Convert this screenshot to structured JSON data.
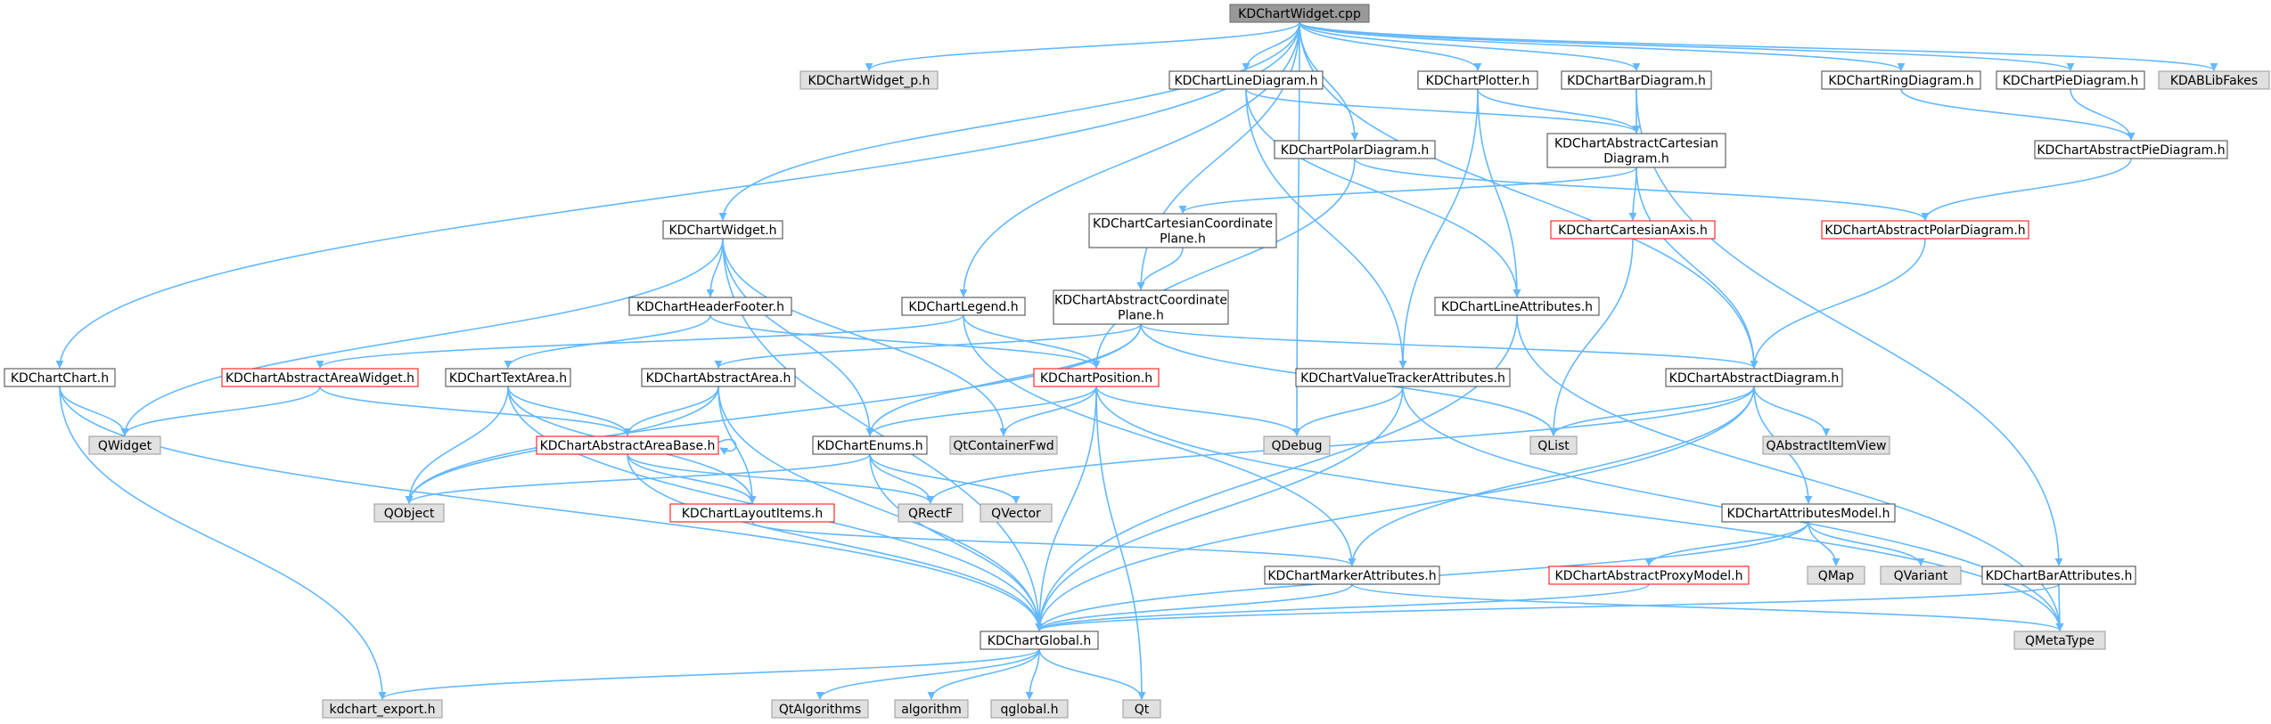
{
  "diagram": {
    "style": {
      "edge_color": "#63b8ff",
      "normal_fill": "#ffffff",
      "normal_border": "#404040",
      "external_fill": "#e0e0e0",
      "external_border": "#999999",
      "truncated_border": "#ff0000",
      "root_fill": "#999999",
      "root_border": "#666666"
    },
    "nodes": [
      {
        "id": "kdchartwidget_cpp",
        "label": "KDChartWidget.cpp",
        "kind": "root"
      },
      {
        "id": "kdchartwidget_p_h",
        "label": "KDChartWidget_p.h",
        "kind": "external"
      },
      {
        "id": "kdchartlinediagram_h",
        "label": "KDChartLineDiagram.h",
        "kind": "normal"
      },
      {
        "id": "kdchartplotter_h",
        "label": "KDChartPlotter.h",
        "kind": "normal"
      },
      {
        "id": "kdchartbardiagram_h",
        "label": "KDChartBarDiagram.h",
        "kind": "normal"
      },
      {
        "id": "kdchartringdiagram_h",
        "label": "KDChartRingDiagram.h",
        "kind": "normal"
      },
      {
        "id": "kdchartpiediagram_h",
        "label": "KDChartPieDiagram.h",
        "kind": "normal"
      },
      {
        "id": "kdablibfakes",
        "label": "KDABLibFakes",
        "kind": "external"
      },
      {
        "id": "kdchartpolardiagram_h",
        "label": "KDChartPolarDiagram.h",
        "kind": "normal"
      },
      {
        "id": "kdchartabstractcartesiandiagram_h",
        "label": "KDChartAbstractCartesian\nDiagram.h",
        "kind": "normal"
      },
      {
        "id": "kdchartabstractpiediagram_h",
        "label": "KDChartAbstractPieDiagram.h",
        "kind": "normal"
      },
      {
        "id": "kdchartwidget_h",
        "label": "KDChartWidget.h",
        "kind": "normal"
      },
      {
        "id": "kdchartcartesiancoordinateplane_h",
        "label": "KDChartCartesianCoordinate\nPlane.h",
        "kind": "normal"
      },
      {
        "id": "kdchartcartesianaxis_h",
        "label": "KDChartCartesianAxis.h",
        "kind": "truncated"
      },
      {
        "id": "kdchartabstractpolardiagram_h",
        "label": "KDChartAbstractPolarDiagram.h",
        "kind": "truncated"
      },
      {
        "id": "kdchartheaderfooter_h",
        "label": "KDChartHeaderFooter.h",
        "kind": "normal"
      },
      {
        "id": "kdchartlegend_h",
        "label": "KDChartLegend.h",
        "kind": "normal"
      },
      {
        "id": "kdchartabstractcoordinateplane_h",
        "label": "KDChartAbstractCoordinate\nPlane.h",
        "kind": "normal"
      },
      {
        "id": "kdchartlineattributes_h",
        "label": "KDChartLineAttributes.h",
        "kind": "normal"
      },
      {
        "id": "kdchartchart_h",
        "label": "KDChartChart.h",
        "kind": "normal"
      },
      {
        "id": "kdchartabstractareawidget_h",
        "label": "KDChartAbstractAreaWidget.h",
        "kind": "truncated"
      },
      {
        "id": "kdcharttextarea_h",
        "label": "KDChartTextArea.h",
        "kind": "normal"
      },
      {
        "id": "kdchartabstractarea_h",
        "label": "KDChartAbstractArea.h",
        "kind": "normal"
      },
      {
        "id": "kdchartposition_h",
        "label": "KDChartPosition.h",
        "kind": "truncated"
      },
      {
        "id": "kdchartvaluetrackerattributes_h",
        "label": "KDChartValueTrackerAttributes.h",
        "kind": "normal"
      },
      {
        "id": "kdchartabstractdiagram_h",
        "label": "KDChartAbstractDiagram.h",
        "kind": "normal"
      },
      {
        "id": "qwidget",
        "label": "QWidget",
        "kind": "external"
      },
      {
        "id": "kdchartabstractareabase_h",
        "label": "KDChartAbstractAreaBase.h",
        "kind": "truncated"
      },
      {
        "id": "kdchartenums_h",
        "label": "KDChartEnums.h",
        "kind": "normal"
      },
      {
        "id": "qtcontainerfwd",
        "label": "QtContainerFwd",
        "kind": "external"
      },
      {
        "id": "qdebug",
        "label": "QDebug",
        "kind": "external"
      },
      {
        "id": "qlist",
        "label": "QList",
        "kind": "external"
      },
      {
        "id": "qabstractitemview",
        "label": "QAbstractItemView",
        "kind": "external"
      },
      {
        "id": "qobject",
        "label": "QObject",
        "kind": "external"
      },
      {
        "id": "kdchartlayoutitems_h",
        "label": "KDChartLayoutItems.h",
        "kind": "truncated"
      },
      {
        "id": "qrectf",
        "label": "QRectF",
        "kind": "external"
      },
      {
        "id": "qvector",
        "label": "QVector",
        "kind": "external"
      },
      {
        "id": "kdchartattributesmodel_h",
        "label": "KDChartAttributesModel.h",
        "kind": "normal"
      },
      {
        "id": "kdchartabstractproxymodel_h",
        "label": "KDChartAbstractProxyModel.h",
        "kind": "truncated"
      },
      {
        "id": "qmap",
        "label": "QMap",
        "kind": "external"
      },
      {
        "id": "qvariant",
        "label": "QVariant",
        "kind": "external"
      },
      {
        "id": "kdchartbarattributes_h",
        "label": "KDChartBarAttributes.h",
        "kind": "normal"
      },
      {
        "id": "kdchartmarkerattributes_h",
        "label": "KDChartMarkerAttributes.h",
        "kind": "normal"
      },
      {
        "id": "kdchartglobal_h",
        "label": "KDChartGlobal.h",
        "kind": "normal"
      },
      {
        "id": "qmetatype",
        "label": "QMetaType",
        "kind": "external"
      },
      {
        "id": "kdchart_export_h",
        "label": "kdchart_export.h",
        "kind": "external"
      },
      {
        "id": "qtalgorithms",
        "label": "QtAlgorithms",
        "kind": "external"
      },
      {
        "id": "algorithm",
        "label": "algorithm",
        "kind": "external"
      },
      {
        "id": "qglobal_h",
        "label": "qglobal.h",
        "kind": "external"
      },
      {
        "id": "qt",
        "label": "Qt",
        "kind": "external"
      }
    ],
    "edges": [
      [
        "kdchartwidget_cpp",
        "kdchartchart_h"
      ],
      [
        "kdchartwidget_cpp",
        "kdchartwidget_p_h"
      ],
      [
        "kdchartwidget_cpp",
        "kdchartwidget_h"
      ],
      [
        "kdchartwidget_cpp",
        "kdchartlegend_h"
      ],
      [
        "kdchartwidget_cpp",
        "kdchartabstractcoordinateplane_h"
      ],
      [
        "kdchartwidget_cpp",
        "qdebug"
      ],
      [
        "kdchartwidget_cpp",
        "kdchartlinediagram_h"
      ],
      [
        "kdchartwidget_cpp",
        "kdchartpolardiagram_h"
      ],
      [
        "kdchartwidget_cpp",
        "kdchartplotter_h"
      ],
      [
        "kdchartwidget_cpp",
        "kdchartbardiagram_h"
      ],
      [
        "kdchartwidget_cpp",
        "kdchartabstractdiagram_h"
      ],
      [
        "kdchartwidget_cpp",
        "kdchartringdiagram_h"
      ],
      [
        "kdchartwidget_cpp",
        "kdchartpiediagram_h"
      ],
      [
        "kdchartwidget_cpp",
        "kdablibfakes"
      ],
      [
        "kdchartlinediagram_h",
        "kdchartabstractcartesiandiagram_h"
      ],
      [
        "kdchartlinediagram_h",
        "kdchartlineattributes_h"
      ],
      [
        "kdchartlinediagram_h",
        "kdchartvaluetrackerattributes_h"
      ],
      [
        "kdchartplotter_h",
        "kdchartabstractcartesiandiagram_h"
      ],
      [
        "kdchartplotter_h",
        "kdchartlineattributes_h"
      ],
      [
        "kdchartplotter_h",
        "kdchartvaluetrackerattributes_h"
      ],
      [
        "kdchartbardiagram_h",
        "kdchartabstractcartesiandiagram_h"
      ],
      [
        "kdchartbardiagram_h",
        "kdchartbarattributes_h"
      ],
      [
        "kdchartringdiagram_h",
        "kdchartabstractpiediagram_h"
      ],
      [
        "kdchartpiediagram_h",
        "kdchartabstractpiediagram_h"
      ],
      [
        "kdchartpolardiagram_h",
        "kdchartabstractpolardiagram_h"
      ],
      [
        "kdchartpolardiagram_h",
        "kdchartposition_h"
      ],
      [
        "kdchartabstractcartesiandiagram_h",
        "kdchartcartesiancoordinateplane_h"
      ],
      [
        "kdchartabstractcartesiandiagram_h",
        "kdchartcartesianaxis_h"
      ],
      [
        "kdchartabstractcartesiandiagram_h",
        "kdchartabstractdiagram_h"
      ],
      [
        "kdchartabstractpiediagram_h",
        "kdchartabstractpolardiagram_h"
      ],
      [
        "kdchartabstractpolardiagram_h",
        "kdchartabstractdiagram_h"
      ],
      [
        "kdchartcartesianaxis_h",
        "qlist"
      ],
      [
        "kdchartcartesiancoordinateplane_h",
        "kdchartabstractcoordinateplane_h"
      ],
      [
        "kdchartwidget_h",
        "kdchartheaderfooter_h"
      ],
      [
        "kdchartwidget_h",
        "qwidget"
      ],
      [
        "kdchartwidget_h",
        "kdchartglobal_h"
      ],
      [
        "kdchartwidget_h",
        "kdchartenums_h"
      ],
      [
        "kdchartwidget_h",
        "qtcontainerfwd"
      ],
      [
        "kdchartheaderfooter_h",
        "kdcharttextarea_h"
      ],
      [
        "kdchartheaderfooter_h",
        "kdchartposition_h"
      ],
      [
        "kdchartlegend_h",
        "kdchartabstractareawidget_h"
      ],
      [
        "kdchartlegend_h",
        "kdchartposition_h"
      ],
      [
        "kdchartlegend_h",
        "kdchartmarkerattributes_h"
      ],
      [
        "kdchartabstractcoordinateplane_h",
        "kdchartabstractarea_h"
      ],
      [
        "kdchartabstractcoordinateplane_h",
        "kdchartabstractdiagram_h"
      ],
      [
        "kdchartabstractcoordinateplane_h",
        "kdchartenums_h"
      ],
      [
        "kdchartabstractcoordinateplane_h",
        "qobject"
      ],
      [
        "kdchartabstractcoordinateplane_h",
        "qlist"
      ],
      [
        "kdchartlineattributes_h",
        "kdchartglobal_h"
      ],
      [
        "kdchartlineattributes_h",
        "qmetatype"
      ],
      [
        "kdchartchart_h",
        "qwidget"
      ],
      [
        "kdchartchart_h",
        "kdchartglobal_h"
      ],
      [
        "kdchartchart_h",
        "kdchart_export_h"
      ],
      [
        "kdchartabstractareawidget_h",
        "qwidget"
      ],
      [
        "kdchartabstractareawidget_h",
        "kdchartabstractareabase_h"
      ],
      [
        "kdcharttextarea_h",
        "qobject"
      ],
      [
        "kdcharttextarea_h",
        "kdchartglobal_h"
      ],
      [
        "kdcharttextarea_h",
        "kdchartabstractareabase_h"
      ],
      [
        "kdcharttextarea_h",
        "kdchartlayoutitems_h"
      ],
      [
        "kdchartabstractarea_h",
        "qobject"
      ],
      [
        "kdchartabstractarea_h",
        "kdchartglobal_h"
      ],
      [
        "kdchartabstractarea_h",
        "kdchartabstractareabase_h"
      ],
      [
        "kdchartabstractarea_h",
        "kdchartlayoutitems_h"
      ],
      [
        "kdchartposition_h",
        "kdchartenums_h"
      ],
      [
        "kdchartposition_h",
        "qtcontainerfwd"
      ],
      [
        "kdchartposition_h",
        "qdebug"
      ],
      [
        "kdchartposition_h",
        "kdchartglobal_h"
      ],
      [
        "kdchartposition_h",
        "qt"
      ],
      [
        "kdchartposition_h",
        "qmetatype"
      ],
      [
        "kdchartvaluetrackerattributes_h",
        "qdebug"
      ],
      [
        "kdchartvaluetrackerattributes_h",
        "kdchartglobal_h"
      ],
      [
        "kdchartvaluetrackerattributes_h",
        "qmetatype"
      ],
      [
        "kdchartabstractdiagram_h",
        "qlist"
      ],
      [
        "kdchartabstractdiagram_h",
        "qabstractitemview"
      ],
      [
        "kdchartabstractdiagram_h",
        "qrectf"
      ],
      [
        "kdchartabstractdiagram_h",
        "kdchartattributesmodel_h"
      ],
      [
        "kdchartabstractdiagram_h",
        "kdchartmarkerattributes_h"
      ],
      [
        "kdchartabstractdiagram_h",
        "kdchartglobal_h"
      ],
      [
        "kdchartabstractareabase_h",
        "kdchartabstractareabase_h"
      ],
      [
        "kdchartabstractareabase_h",
        "kdchartlayoutitems_h"
      ],
      [
        "kdchartabstractareabase_h",
        "qrectf"
      ],
      [
        "kdchartabstractareabase_h",
        "kdchartglobal_h"
      ],
      [
        "kdchartenums_h",
        "qobject"
      ],
      [
        "kdchartenums_h",
        "qrectf"
      ],
      [
        "kdchartenums_h",
        "qvector"
      ],
      [
        "kdchartenums_h",
        "kdchartglobal_h"
      ],
      [
        "kdchartlayoutitems_h",
        "kdchartmarkerattributes_h"
      ],
      [
        "kdchartattributesmodel_h",
        "kdchartabstractproxymodel_h"
      ],
      [
        "kdchartattributesmodel_h",
        "qmap"
      ],
      [
        "kdchartattributesmodel_h",
        "qvariant"
      ],
      [
        "kdchartattributesmodel_h",
        "kdchartglobal_h"
      ],
      [
        "kdchartabstractproxymodel_h",
        "kdchartglobal_h"
      ],
      [
        "kdchartbarattributes_h",
        "kdchartglobal_h"
      ],
      [
        "kdchartbarattributes_h",
        "qmetatype"
      ],
      [
        "kdchartmarkerattributes_h",
        "kdchartglobal_h"
      ],
      [
        "kdchartmarkerattributes_h",
        "qmetatype"
      ],
      [
        "kdchartglobal_h",
        "kdchart_export_h"
      ],
      [
        "kdchartglobal_h",
        "qtalgorithms"
      ],
      [
        "kdchartglobal_h",
        "algorithm"
      ],
      [
        "kdchartglobal_h",
        "qglobal_h"
      ],
      [
        "kdchartglobal_h",
        "qt"
      ]
    ]
  }
}
